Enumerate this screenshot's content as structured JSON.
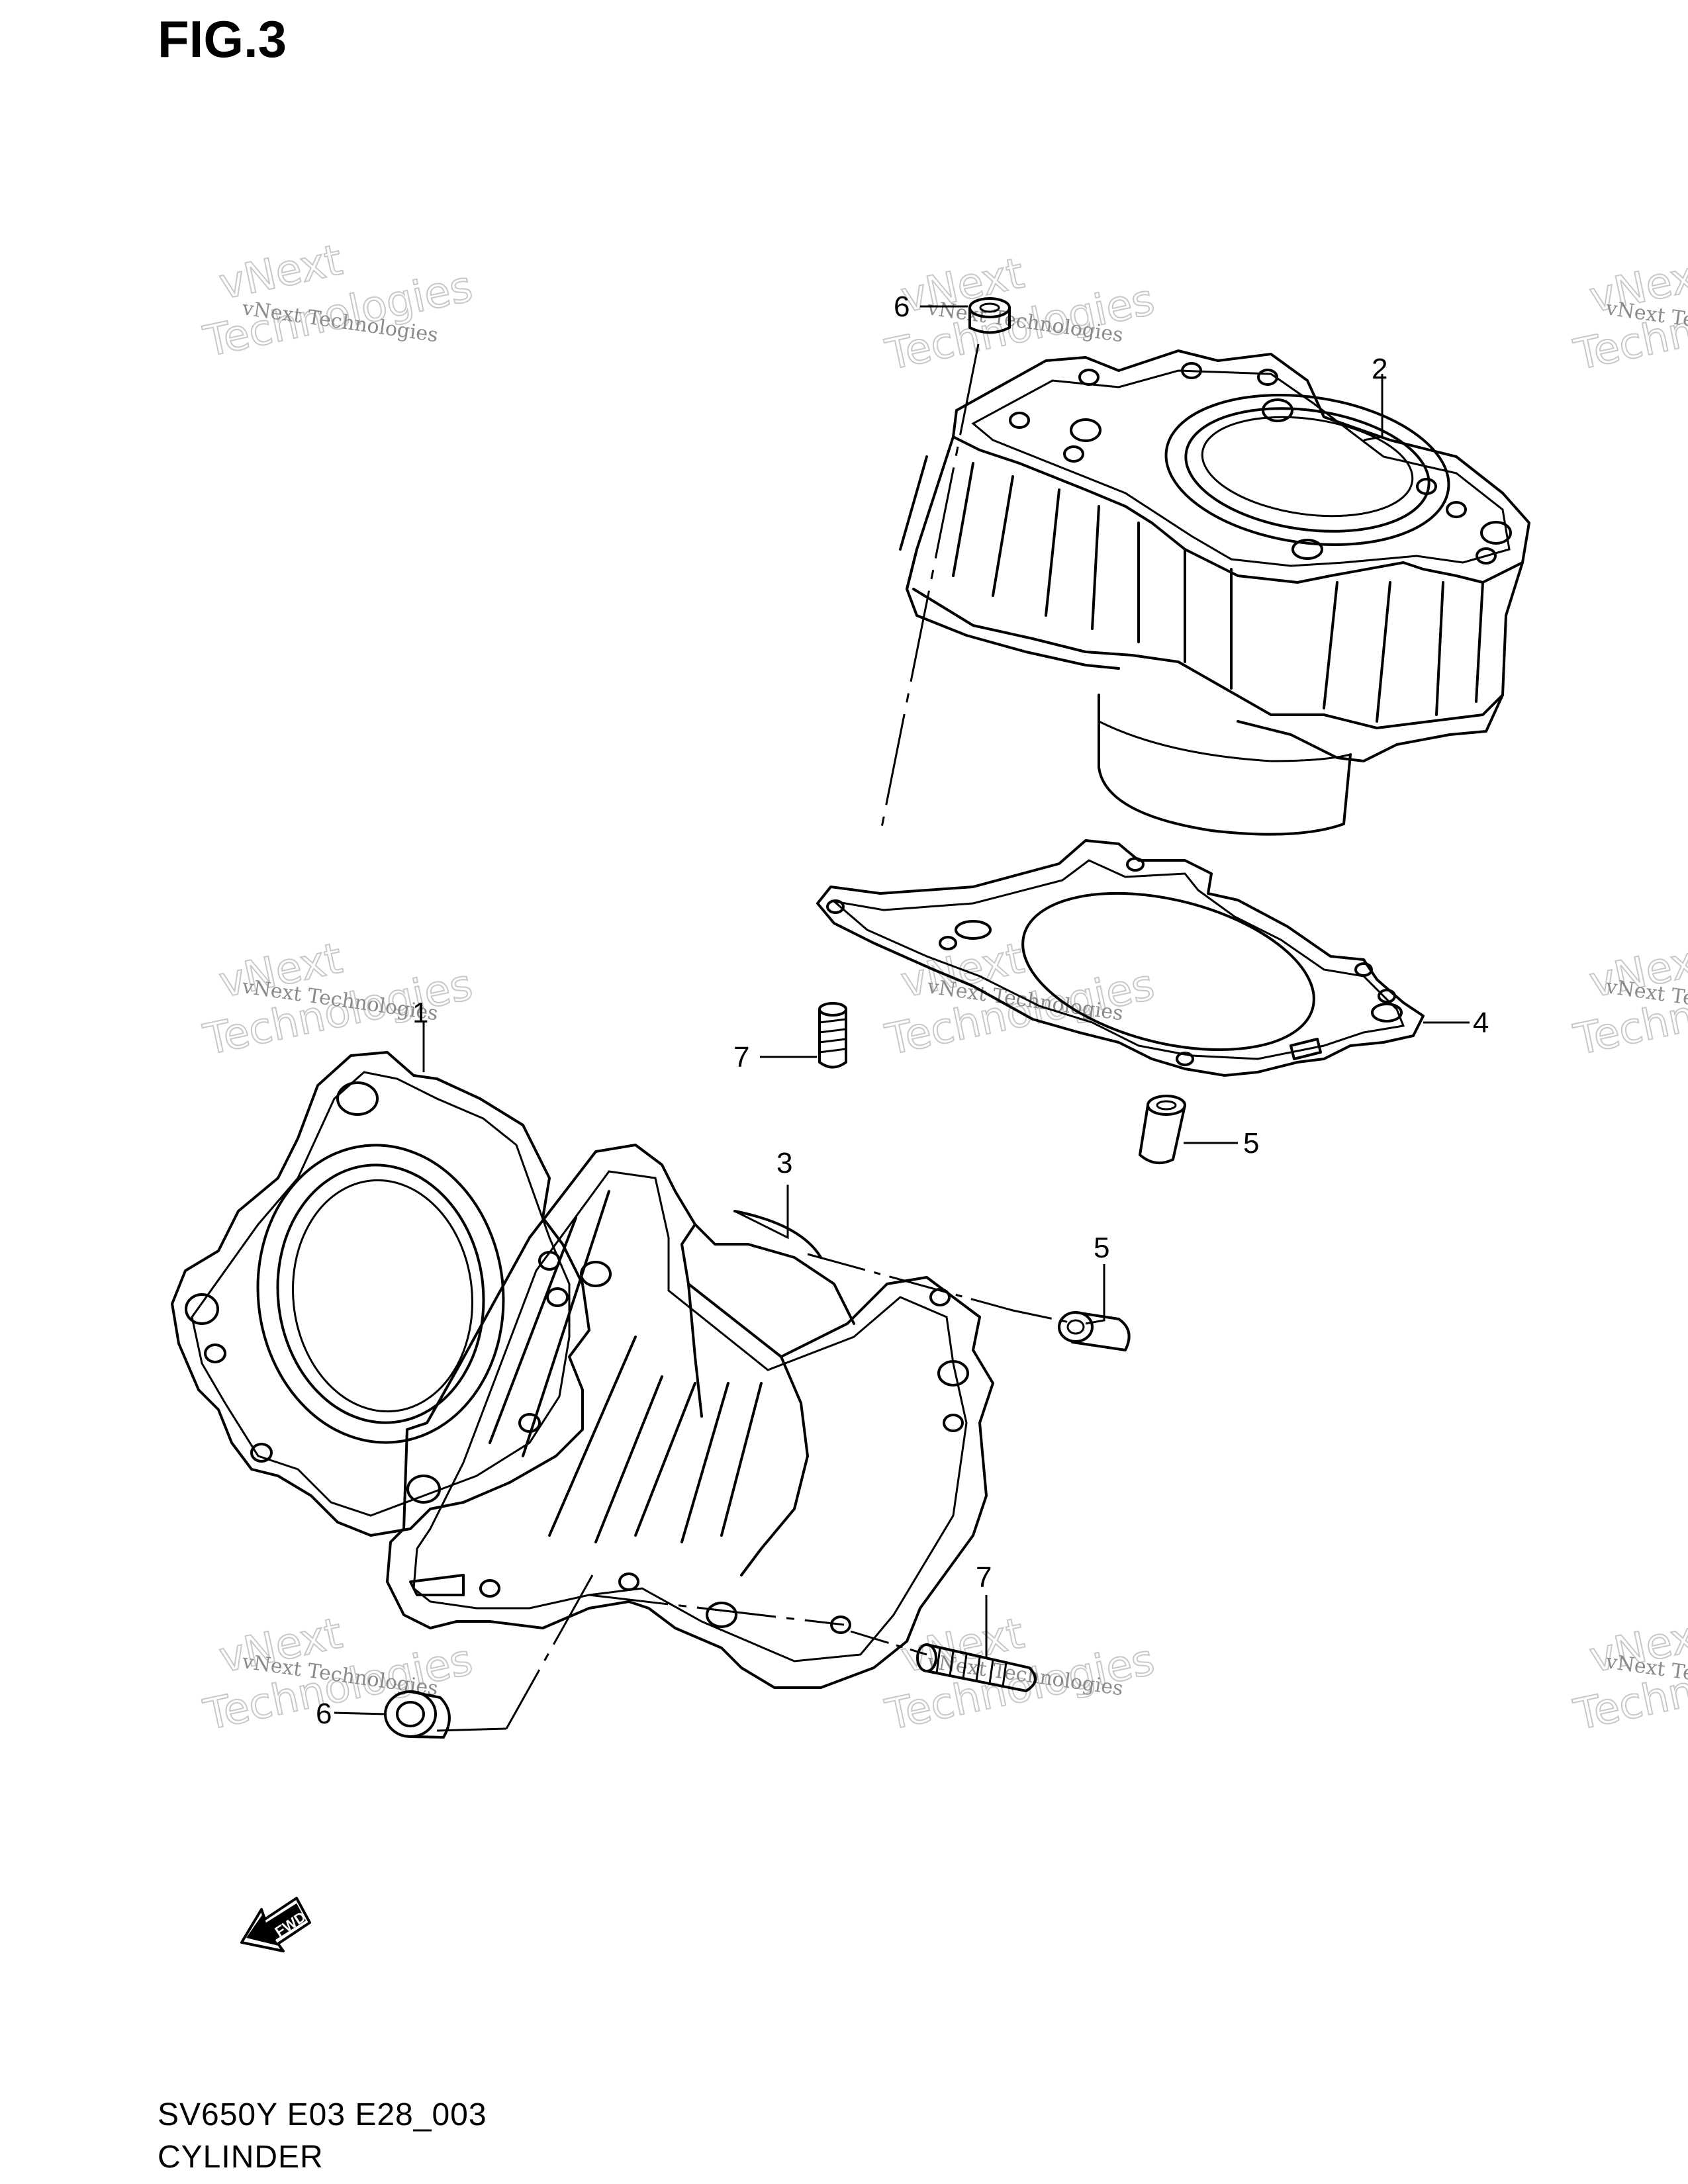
{
  "figure": {
    "title": "FIG.3"
  },
  "footer": {
    "code": "SV650Y E03 E28_003",
    "name": "CYLINDER"
  },
  "fwd_arrow": {
    "label": "FWD"
  },
  "watermark": {
    "company": "vNext Technologies",
    "word1": "vNext",
    "word2": "Technologies"
  },
  "callouts": [
    "6",
    "2",
    "7",
    "4",
    "5",
    "1",
    "3",
    "5",
    "7",
    "6"
  ],
  "parts": [
    {
      "number": "1",
      "icon": "cylinder-gasket-front-icon"
    },
    {
      "number": "2",
      "icon": "cylinder-rear-icon"
    },
    {
      "number": "3",
      "icon": "cylinder-front-icon"
    },
    {
      "number": "4",
      "icon": "cylinder-gasket-rear-icon"
    },
    {
      "number": "5",
      "icon": "dowel-pin-icon"
    },
    {
      "number": "6",
      "icon": "stud-bolt-nut-icon"
    },
    {
      "number": "7",
      "icon": "stud-bolt-icon"
    }
  ]
}
